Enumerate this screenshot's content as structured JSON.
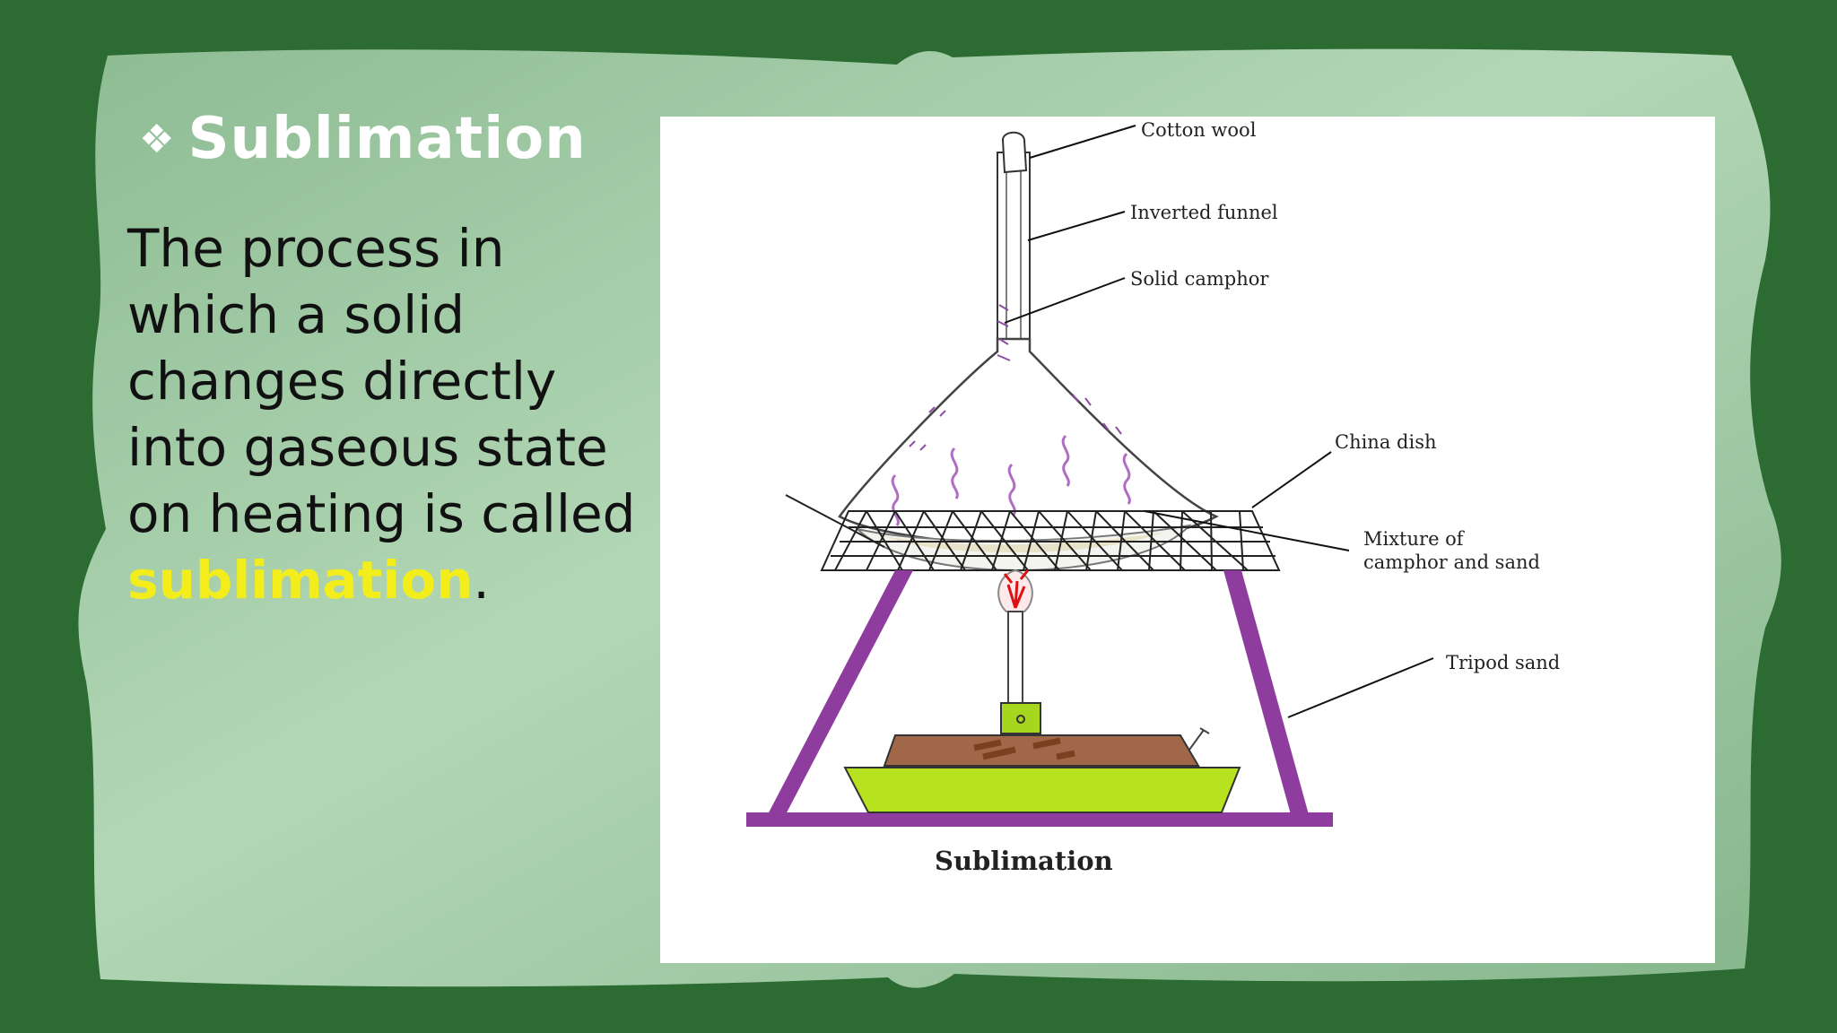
{
  "slide": {
    "title": "Sublimation",
    "title_bullet": "❖",
    "definition_text": "The process in which a solid changes directly into gaseous state on heating is called ",
    "definition_highlight": "sublimation",
    "definition_end": ".",
    "highlight_color": "#f3ee1b",
    "background_color": "#2c6b32",
    "panel_color": "#9fc9a4"
  },
  "diagram": {
    "labels": {
      "cotton_wool": "Cotton wool",
      "inverted_funnel": "Inverted funnel",
      "solid_camphor": "Solid camphor",
      "china_dish": "China dish",
      "mixture_line1": "Mixture of",
      "mixture_line2": "camphor and sand",
      "tripod_stand": "Tripod sand"
    },
    "caption": "Sublimation"
  }
}
